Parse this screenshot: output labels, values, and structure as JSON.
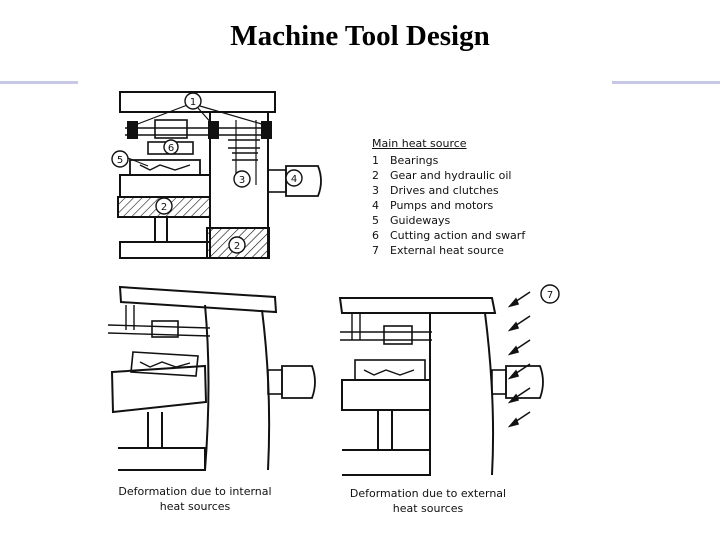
{
  "title": "Machine Tool Design",
  "legend": {
    "heading": "Main heat source",
    "items": [
      {
        "num": "1",
        "label": "Bearings"
      },
      {
        "num": "2",
        "label": "Gear and hydraulic oil"
      },
      {
        "num": "3",
        "label": "Drives and clutches"
      },
      {
        "num": "4",
        "label": "Pumps and motors"
      },
      {
        "num": "5",
        "label": "Guideways"
      },
      {
        "num": "6",
        "label": "Cutting action and swarf"
      },
      {
        "num": "7",
        "label": "External heat source"
      }
    ]
  },
  "callouts": [
    "1",
    "2",
    "3",
    "4",
    "5",
    "6",
    "7"
  ],
  "captions": {
    "internal_line1": "Deformation due to internal",
    "internal_line2": "heat sources",
    "external_line1": "Deformation due to external",
    "external_line2": "heat sources"
  },
  "colors": {
    "line": "#111111",
    "rule": "#c6c8e6"
  }
}
